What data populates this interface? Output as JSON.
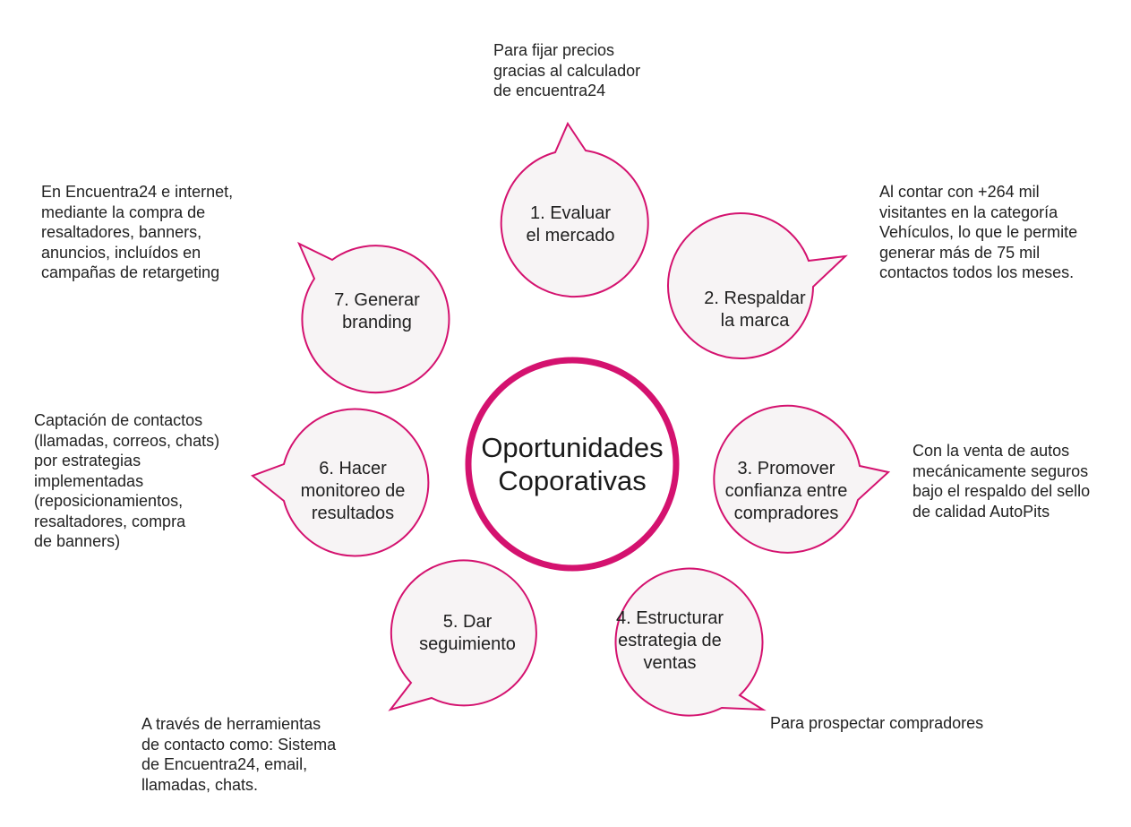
{
  "center": {
    "line1": "Oportunidades",
    "line2": "Coporativas"
  },
  "colors": {
    "accent": "#d4126f",
    "bubble_fill": "#f7f4f5",
    "text": "#222222"
  },
  "steps": [
    {
      "label": "1. Evaluar\nel mercado",
      "note": "Para fijar precios\ngracias al calculador\nde encuentra24"
    },
    {
      "label": "2. Respaldar\nla marca",
      "note": "Al contar con +264 mil\nvisitantes en la categoría\nVehículos, lo que le permite\ngenerar más de 75 mil\ncontactos todos los meses."
    },
    {
      "label": "3. Promover\nconfianza entre\ncompradores",
      "note": "Con la venta de autos\nmecánicamente seguros\nbajo el respaldo del sello\nde calidad AutoPits"
    },
    {
      "label": "4. Estructurar\nestrategia de\nventas",
      "note": "Para prospectar compradores"
    },
    {
      "label": "5. Dar\nseguimiento",
      "note": "A través de herramientas\nde contacto como: Sistema\nde Encuentra24, email,\nllamadas, chats."
    },
    {
      "label": "6. Hacer\nmonitoreo de\nresultados",
      "note": "Captación de contactos\n(llamadas, correos, chats)\npor estrategias\nimplementadas\n(reposicionamientos,\nresaltadores, compra\nde banners)"
    },
    {
      "label": "7. Generar\nbranding",
      "note": "En Encuentra24 e internet,\nmediante la compra de\nresaltadores, banners,\nanuncios, incluídos en\ncampañas de retargeting"
    }
  ]
}
